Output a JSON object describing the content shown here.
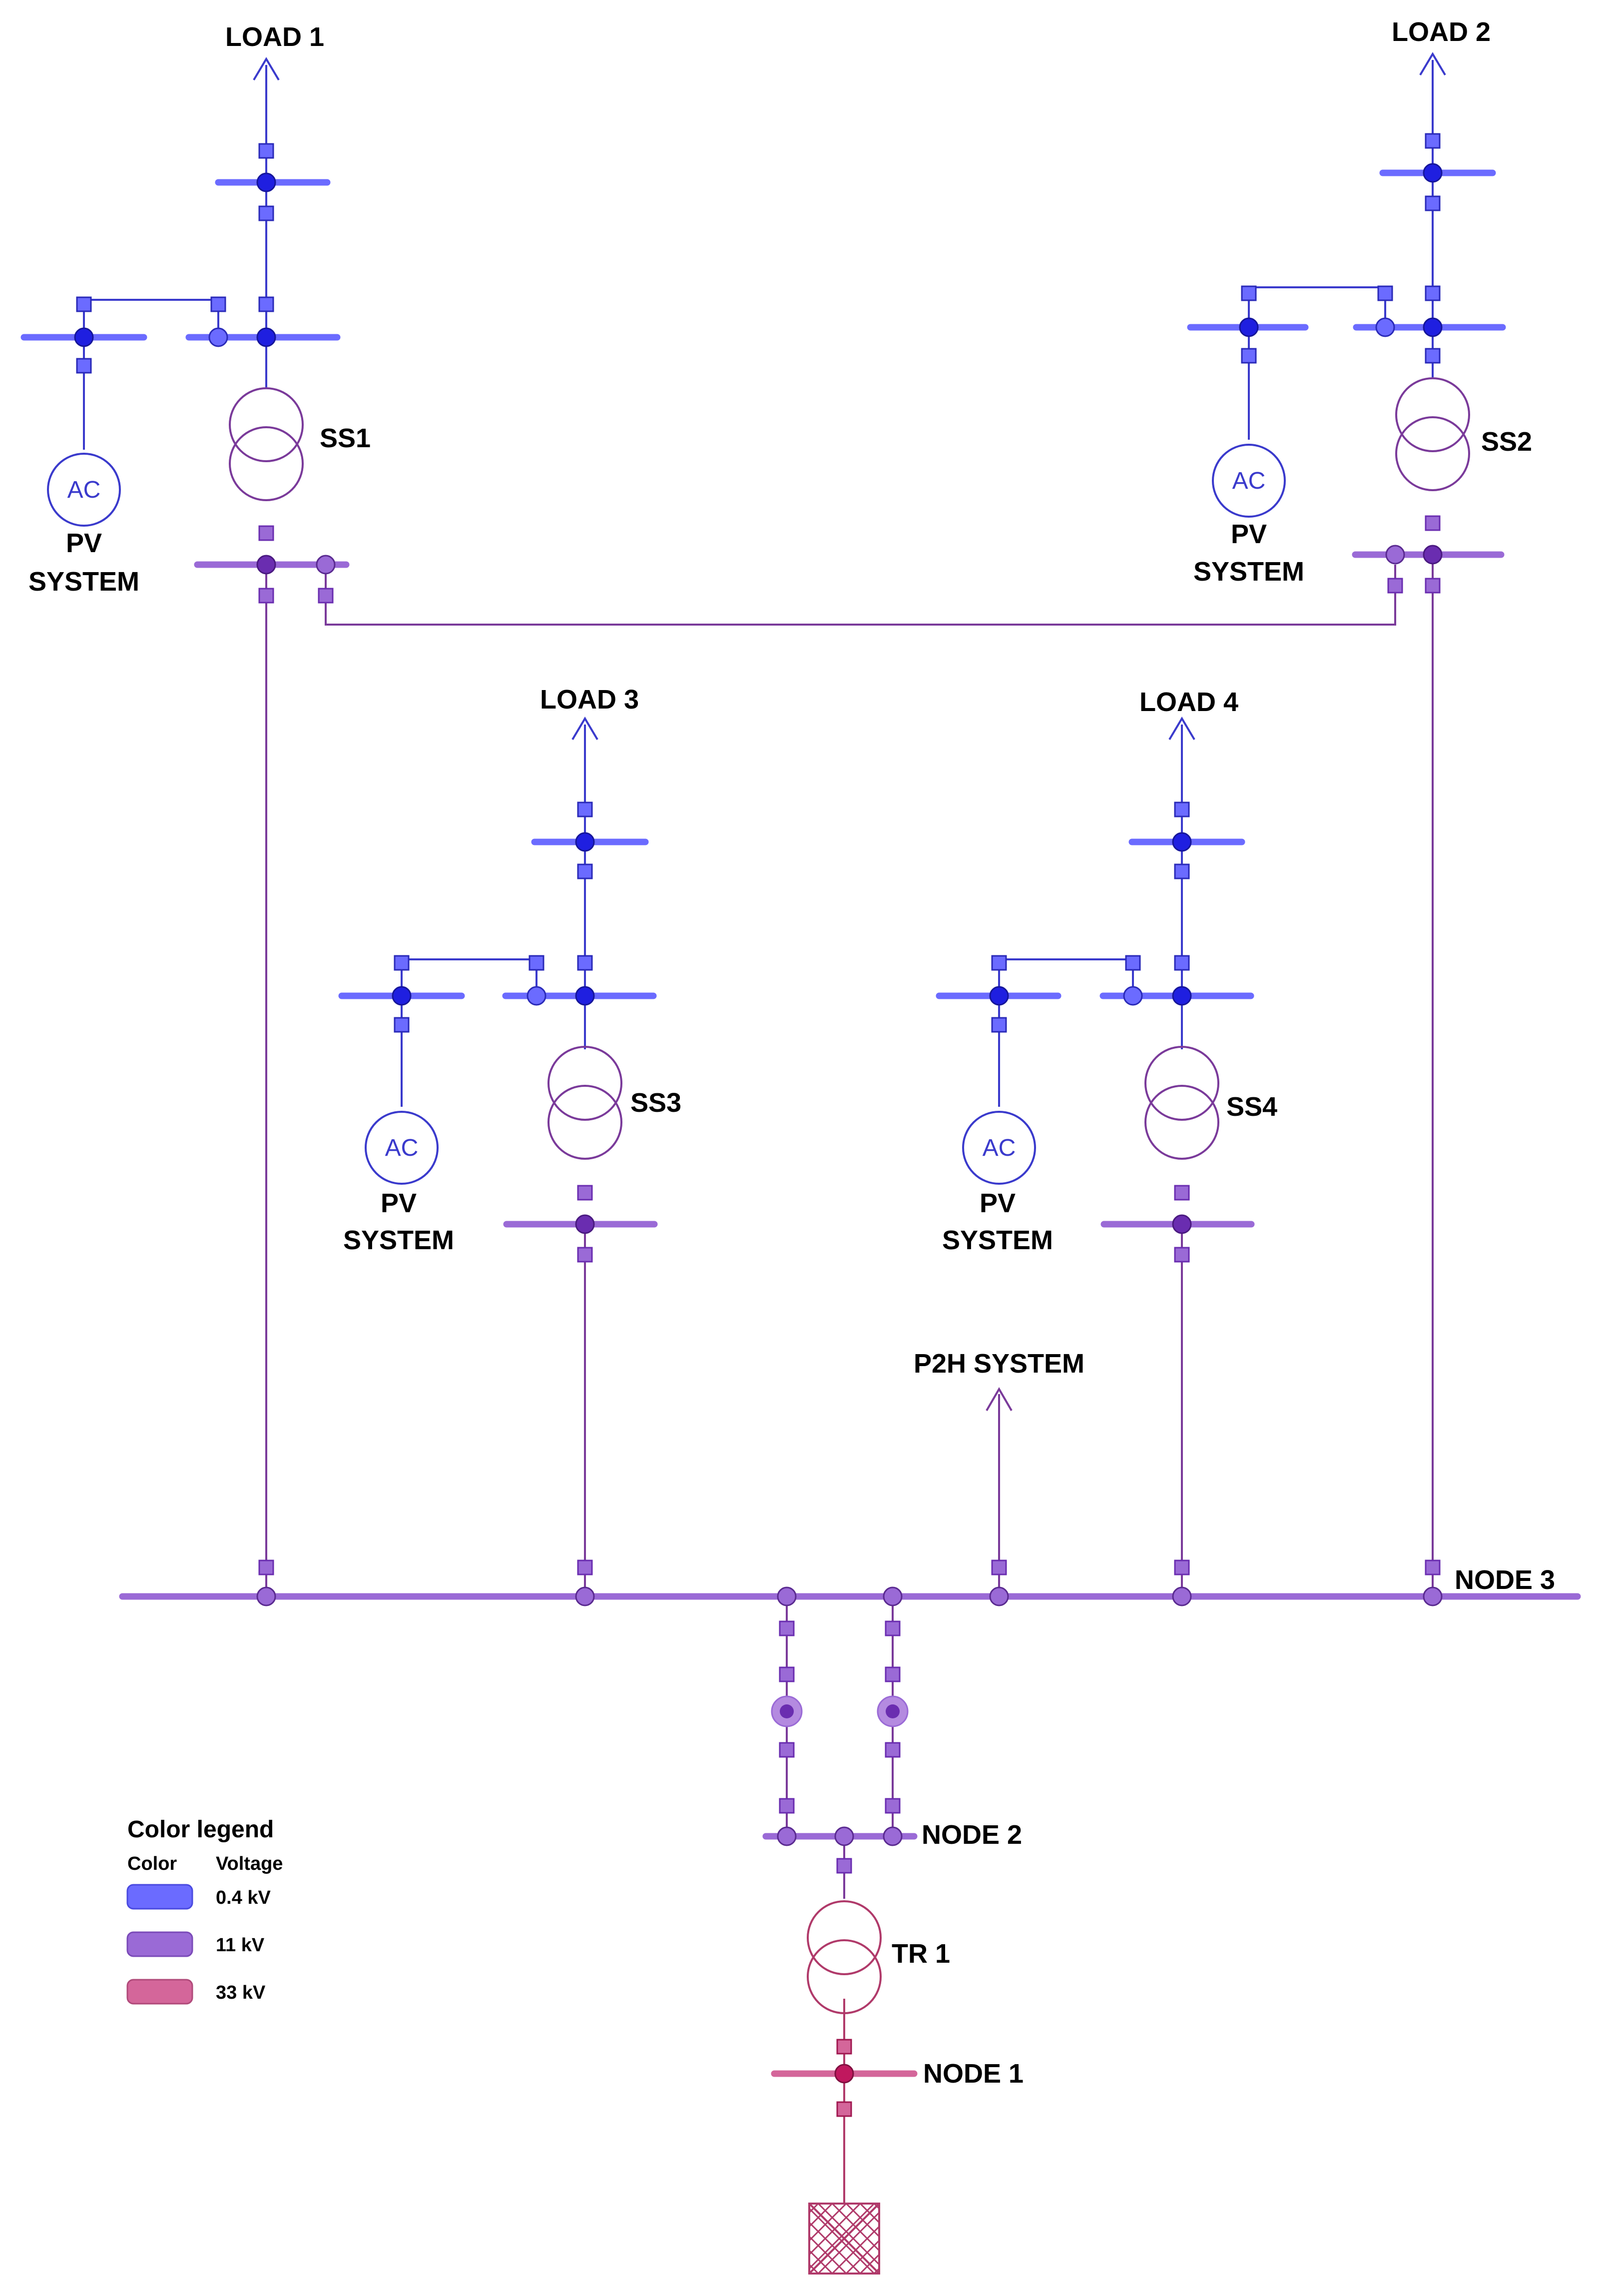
{
  "colors": {
    "lv": "#6b6bff",
    "lv_dark": "#1f1fe0",
    "lv_line": "#3a3acc",
    "mv": "#9a6ad6",
    "mv_dark": "#6a2db0",
    "mv_line": "#7a3a9a",
    "hv": "#d4669a",
    "hv_dark": "#c0185e",
    "hv_line": "#b03a6a"
  },
  "labels": {
    "load1": "LOAD 1",
    "load2": "LOAD 2",
    "load3": "LOAD 3",
    "load4": "LOAD 4",
    "ss1": "SS1",
    "ss2": "SS2",
    "ss3": "SS3",
    "ss4": "SS4",
    "pv_line1": "PV",
    "pv_line2": "SYSTEM",
    "ac": "AC",
    "p2h": "P2H SYSTEM",
    "node1": "NODE 1",
    "node2": "NODE 2",
    "node3": "NODE 3",
    "tr1": "TR 1"
  },
  "legend": {
    "title": "Color legend",
    "col_color": "Color",
    "col_voltage": "Voltage",
    "items": [
      {
        "voltage": "0.4 kV",
        "color": "#6b6bff"
      },
      {
        "voltage": "11 kV",
        "color": "#9a6ad6"
      },
      {
        "voltage": "33 kV",
        "color": "#d4669a"
      }
    ]
  }
}
